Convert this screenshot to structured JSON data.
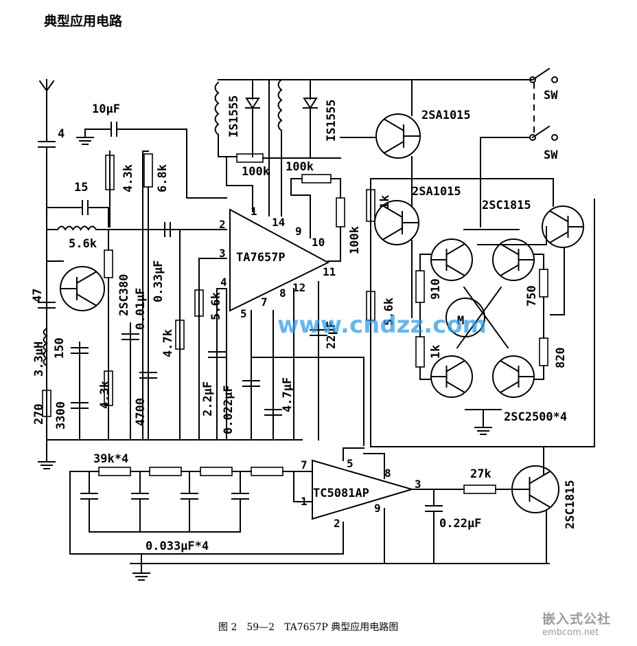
{
  "page_title": "典型应用电路",
  "caption": "图 2　59—2　TA7657P 典型应用电路图",
  "watermark": "www.cndzz.com",
  "brand": {
    "line1": "嵌入式公社",
    "line2": "embcom.net"
  },
  "components": {
    "antenna_cap": "4",
    "c_10u": "10μF",
    "r_43k_top": "4.3k",
    "r_68k": "6.8k",
    "c_15": "15",
    "r_56k_left": "5.6k",
    "c_47": "47",
    "q_2sc380": "2SC380",
    "c_001u": "0.01μF",
    "c_033u": "0.33μF",
    "l_33uh": "3.3μH",
    "c_150": "150",
    "r_270": "270",
    "c_3300": "3300",
    "r_43k_bot": "4.3k",
    "c_4700": "4700",
    "r_47k": "4.7k",
    "r_56k_mid": "5.6k",
    "c_22u_left": "2.2μF",
    "c_0022u": "0.022μF",
    "c_47u": "4.7μF",
    "c_22u_right": "22μF",
    "is1555_a": "IS1555",
    "is1555_b": "IS1555",
    "r_100k_a": "100k",
    "r_100k_b": "100k",
    "r_100k_c": "100k",
    "ic1": "TA7657P",
    "q_2sa1015_top": "2SA1015",
    "q_2sa1015_mid": "2SA1015",
    "q_2sc1815_top": "2SC1815",
    "sw_top": "SW",
    "sw_bot": "SW",
    "r_1k_top": "1k",
    "r_56k_right": "5.6k",
    "r_910": "910",
    "r_1k_bot": "1k",
    "motor": "M",
    "r_750": "750",
    "r_820": "820",
    "q_2sc2500": "2SC2500*4",
    "r_39k": "39k*4",
    "ic2": "TC5081AP",
    "c_0033u": "0.033μF*4",
    "r_27k": "27k",
    "c_022u": "0.22μF",
    "q_2sc1815_bot": "2SC1815"
  },
  "pins": {
    "ic1": [
      "1",
      "2",
      "3",
      "4",
      "5",
      "7",
      "8",
      "9",
      "10",
      "11",
      "12",
      "14"
    ],
    "ic2": [
      "7",
      "1",
      "5",
      "8",
      "3",
      "9",
      "2"
    ]
  }
}
